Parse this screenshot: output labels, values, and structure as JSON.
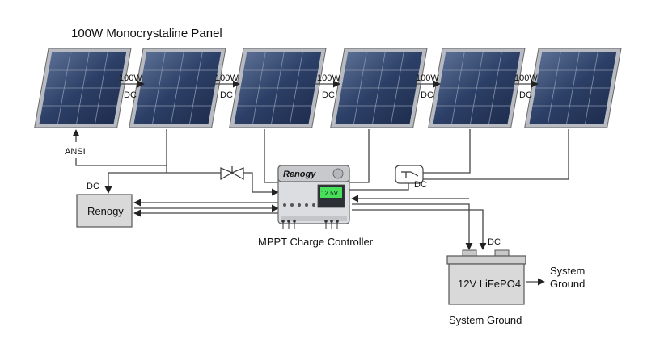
{
  "diagram": {
    "title": "100W Monocrystaline Panel",
    "panel_links": [
      {
        "power": "100W",
        "type": "DC"
      },
      {
        "power": "100W",
        "type": "DC"
      },
      {
        "power": "100W",
        "type": "DC"
      },
      {
        "power": "100W",
        "type": "DC"
      },
      {
        "power": "100W",
        "type": "DC"
      }
    ],
    "ansi_label": "ANSI",
    "left_box": {
      "label": "Renogy",
      "input_label": "DC"
    },
    "switch_label": "DC",
    "controller": {
      "brand": "Renogy",
      "display_value": "12.5V",
      "caption": "MPPT Charge Controller"
    },
    "battery": {
      "label": "12V LiFePO4",
      "terminal_label": "DC",
      "caption": "System Ground",
      "output_label_line1": "System",
      "output_label_line2": "Ground"
    },
    "colors": {
      "panel_cell": "#2c3f66",
      "panel_frame": "#b8bcc2",
      "box_fill": "#d9d9d9",
      "controller_body": "#dcdde0",
      "controller_display": "#48e05a"
    }
  }
}
